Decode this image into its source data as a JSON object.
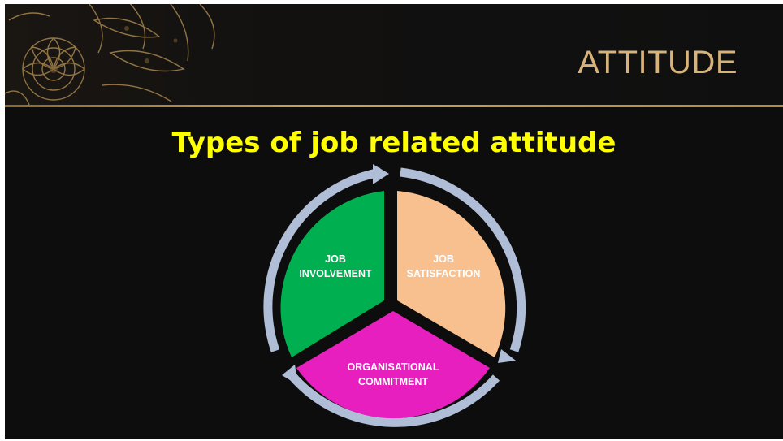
{
  "slide": {
    "title": "ATTITUDE",
    "subtitle": "Types of job related attitude"
  },
  "cycle": {
    "segments": [
      {
        "lines": [
          "JOB",
          "SATISFACTION"
        ],
        "color": "#f8c08f"
      },
      {
        "lines": [
          "ORGANISATIONAL",
          "COMMITMENT"
        ],
        "color": "#e61fbe"
      },
      {
        "lines": [
          "JOB",
          "INVOLVEMENT"
        ],
        "color": "#00b050"
      }
    ],
    "arrow_color": "#b0bdd6"
  },
  "colors": {
    "background": "#0d0d0d",
    "title": "#d7b37a",
    "subtitle": "#ffff00",
    "gold_rule": "#c9a35a"
  }
}
